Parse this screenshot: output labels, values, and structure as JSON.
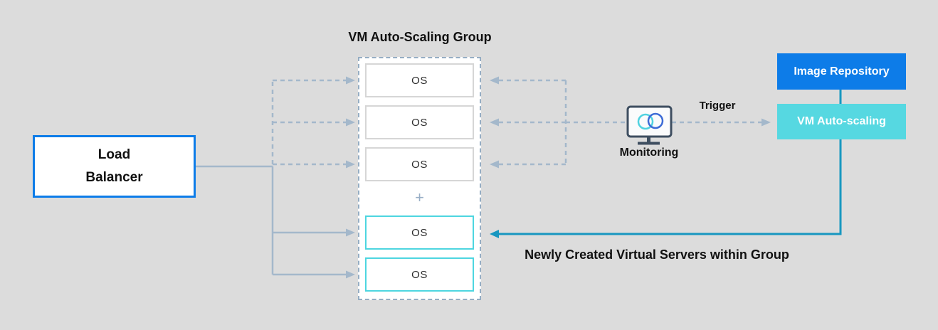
{
  "title": "VM Auto-Scaling Group",
  "load_balancer": {
    "label_line1": "Load",
    "label_line2": "Balancer"
  },
  "scaling_group": {
    "plus_symbol": "+",
    "os_boxes": [
      {
        "label": "OS",
        "state": "existing"
      },
      {
        "label": "OS",
        "state": "existing"
      },
      {
        "label": "OS",
        "state": "existing"
      },
      {
        "label": "OS",
        "state": "new"
      },
      {
        "label": "OS",
        "state": "new"
      }
    ]
  },
  "monitoring": {
    "label": "Monitoring",
    "icon": "monitor-venn-icon"
  },
  "trigger_label": "Trigger",
  "image_repository": {
    "label": "Image Repository"
  },
  "vm_auto_scaling": {
    "label": "VM Auto-scaling"
  },
  "bottom_caption": "Newly Created Virtual Servers within Group",
  "colors": {
    "background": "#dcdcdc",
    "accent_blue": "#0d7ce8",
    "accent_cyan": "#56d8e1",
    "cyan_border": "#4ed6e0",
    "teal_line": "#1897c0",
    "connector_gray": "#a4b8cb",
    "dash_border": "#95adc3",
    "monitor_slate": "#3e4e60",
    "monitor_circle_cyan": "#4fd2e0",
    "monitor_circle_blue": "#3c6bd6",
    "os_border_gray": "#d6d6d6",
    "plus_color": "#98aec6",
    "text_black": "#111111"
  }
}
